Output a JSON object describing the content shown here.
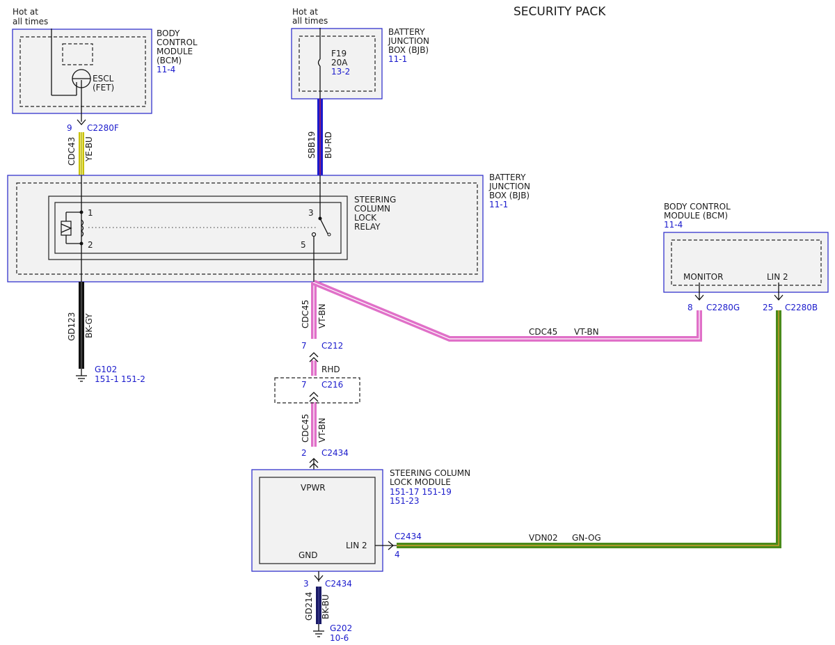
{
  "title": "SECURITY PACK",
  "hot_left": [
    "Hot at",
    "all times"
  ],
  "hot_right": [
    "Hot at",
    "all times"
  ],
  "bcm_top": {
    "label": [
      "BODY",
      "CONTROL",
      "MODULE",
      "(BCM)"
    ],
    "ref": "11-4",
    "escl": [
      "ESCL",
      "(FET)"
    ],
    "pin": "9",
    "connector": "C2280F",
    "circuit": "CDC43",
    "wire_color": "YE-BU"
  },
  "bjb_top": {
    "label": [
      "BATTERY",
      "JUNCTION",
      "BOX (BJB)"
    ],
    "ref": "11-1",
    "fuse": [
      "F19",
      "20A"
    ],
    "fuse_ref": "13-2",
    "circuit": "SBB19",
    "wire_color": "BU-RD"
  },
  "bjb_relay": {
    "label": [
      "BATTERY",
      "JUNCTION",
      "BOX (BJB)"
    ],
    "ref": "11-1",
    "relay_label": [
      "STEERING",
      "COLUMN",
      "LOCK",
      "RELAY"
    ],
    "pins": [
      "1",
      "2",
      "3",
      "5"
    ]
  },
  "ground_left": {
    "circuit": "GD123",
    "wire_color": "BK-GY",
    "ground": "G102",
    "refs": [
      "151-1",
      "151-2"
    ]
  },
  "center_wire": {
    "circuit_a": "CDC45",
    "color_a": "VT-BN",
    "pin_a": "7",
    "conn_a": "C212",
    "rhd": "RHD",
    "pin_b": "7",
    "conn_b": "C216",
    "circuit_b": "CDC45",
    "color_b": "VT-BN",
    "pin_c": "2",
    "conn_c": "C2434"
  },
  "diag_wire": {
    "circuit": "CDC45",
    "wire_color": "VT-BN"
  },
  "bcm_right": {
    "label": [
      "BODY CONTROL",
      "MODULE (BCM)"
    ],
    "ref": "11-4",
    "monitor": "MONITOR",
    "lin": "LIN 2",
    "pin_monitor": "8",
    "conn_monitor": "C2280G",
    "pin_lin": "25",
    "conn_lin": "C2280B"
  },
  "sclm": {
    "label": [
      "STEERING COLUMN",
      "LOCK MODULE"
    ],
    "refs": [
      "151-17  151-19",
      "151-23"
    ],
    "vpwr": "VPWR",
    "gnd": "GND",
    "lin": "LIN 2",
    "lin_conn": "C2434",
    "lin_pin": "4",
    "lin_circuit": "VDN02",
    "lin_color": "GN-OG",
    "gnd_pin": "3",
    "gnd_conn": "C2434",
    "gnd_circuit": "GD214",
    "gnd_color": "BK-BU",
    "ground": "G202",
    "ground_ref": "10-6"
  },
  "colors": {
    "ye_bu": "#e8e040",
    "bu_rd": "#1a1acc",
    "vt_bn": "#e070c8",
    "gn_og": "#4a8a1a",
    "bk": "#111111",
    "module_border": "#3333cc",
    "ref_text": "#1a1acc"
  }
}
